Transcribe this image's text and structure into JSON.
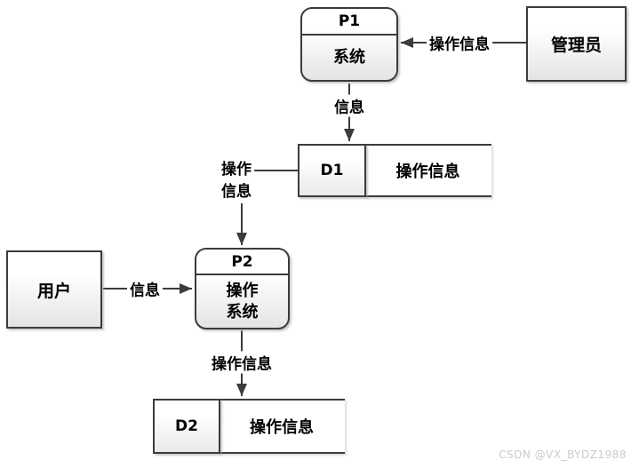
{
  "processes": {
    "p1": {
      "id": "P1",
      "name": "系统"
    },
    "p2": {
      "id": "P2",
      "name_line1": "操作",
      "name_line2": "系统"
    }
  },
  "entities": {
    "admin": {
      "label": "管理员"
    },
    "user": {
      "label": "用户"
    }
  },
  "datastores": {
    "d1": {
      "id": "D1",
      "label": "操作信息"
    },
    "d2": {
      "id": "D2",
      "label": "操作信息"
    }
  },
  "flows": {
    "admin_to_p1": {
      "label": "操作信息"
    },
    "p1_to_d1": {
      "label": "信息"
    },
    "d1_to_p2": {
      "label_line1": "操作",
      "label_line2": "信息"
    },
    "user_to_p2": {
      "label": "信息"
    },
    "p2_to_d2": {
      "label": "操作信息"
    }
  },
  "watermark": {
    "text": "CSDN @VX_BYDZ1988"
  },
  "colors": {
    "stroke": "#3c3c3c",
    "fill_gradient_top": "#ffffff",
    "fill_gradient_bottom": "#e4e4e4",
    "watermark_text": "#cbcbcb",
    "background": "#ffffff"
  }
}
